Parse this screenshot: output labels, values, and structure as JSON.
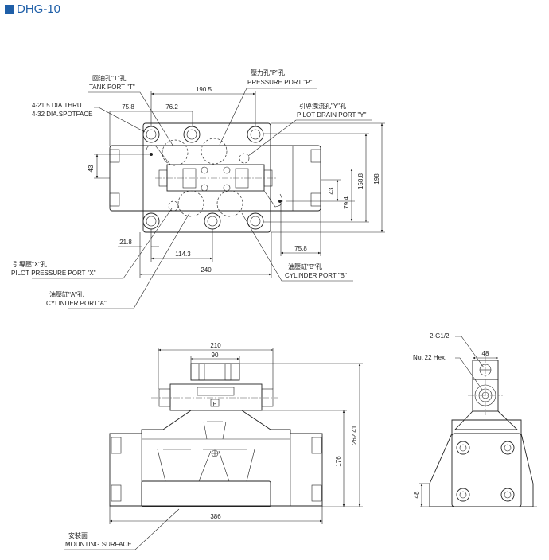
{
  "title": "DHG-10",
  "top_view": {
    "labels": {
      "tank_cn": "回油孔\"T\"孔",
      "tank_en": "TANK PORT \"T\"",
      "pressure_cn": "壓力孔\"P\"孔",
      "pressure_en": "PRESSURE PORT \"P\"",
      "drain_cn": "引導洩流孔\"Y\"孔",
      "drain_en": "PILOT DRAIN PORT \"Y\"",
      "holes_1": "4-21.5 DIA.THRU",
      "holes_2": "4-32 DIA.SPOTFACE",
      "pilot_cn": "引導壓\"X\"孔",
      "pilot_en": "PILOT PRESSURE PORT \"X\"",
      "cyla_cn": "油壓缸\"A\"孔",
      "cyla_en": "CYLINDER PORT\"A\"",
      "cylb_cn": "油壓缸\"B\"孔",
      "cylb_en": "CYLINDER PORT \"B\""
    },
    "dims": {
      "d190_5": "190.5",
      "d75_8a": "75.8",
      "d76_2": "76.2",
      "d43a": "43",
      "d43b": "43",
      "d79_4": "79.4",
      "d158_8": "158.8",
      "d198": "198",
      "d21_8": "21.8",
      "d114_3": "114.3",
      "d240": "240",
      "d75_8b": "75.8"
    }
  },
  "front_view": {
    "dims": {
      "d210": "210",
      "d90": "90",
      "d386": "386",
      "d176": "176",
      "d262_41": "262.41"
    },
    "p_mark": "P",
    "mount_cn": "安裝面",
    "mount_en": "MOUNTING SURFACE"
  },
  "side_view": {
    "port_label": "2-G1/2",
    "nut_label": "Nut 22 Hex.",
    "d48_top": "48",
    "d48_side": "48"
  }
}
